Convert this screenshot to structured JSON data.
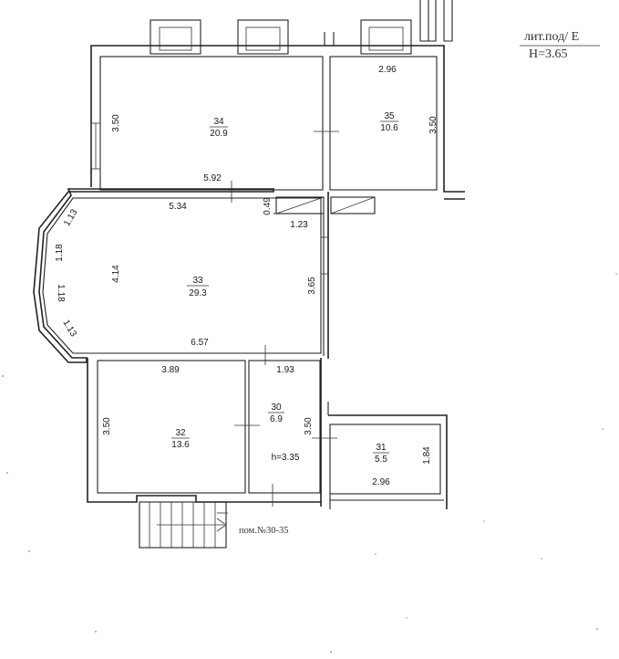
{
  "header": {
    "line1": "лит.под/ Е",
    "line2": "Н=3.65"
  },
  "rooms": [
    {
      "id": "34",
      "number": "34",
      "area": "20.9"
    },
    {
      "id": "35",
      "number": "35",
      "area": "10.6"
    },
    {
      "id": "33",
      "number": "33",
      "area": "29.3"
    },
    {
      "id": "32",
      "number": "32",
      "area": "13.6"
    },
    {
      "id": "30",
      "number": "30",
      "area": "6.9"
    },
    {
      "id": "31",
      "number": "31",
      "area": "5.5"
    }
  ],
  "dimensions": {
    "r34_height": "3.50",
    "r34_width": "5.92",
    "r35_width": "2.96",
    "r35_height": "3.50",
    "r33_top": "5.34",
    "r33_bottom": "6.57",
    "r33_height": "4.14",
    "r33_right": "3.65",
    "bay_upper": "1.13",
    "bay_mid_upper": "1.18",
    "bay_mid_lower": "1.18",
    "bay_lower": "1.13",
    "niche_depth": "0.49",
    "niche_width": "1.23",
    "r32_width": "3.89",
    "r32_height": "3.50",
    "r30_width": "1.93",
    "r30_height": "3.50",
    "r30_ceiling": "h=3.35",
    "r31_width": "2.96",
    "r31_height": "1.84"
  },
  "footnote": "пом.№30-35"
}
